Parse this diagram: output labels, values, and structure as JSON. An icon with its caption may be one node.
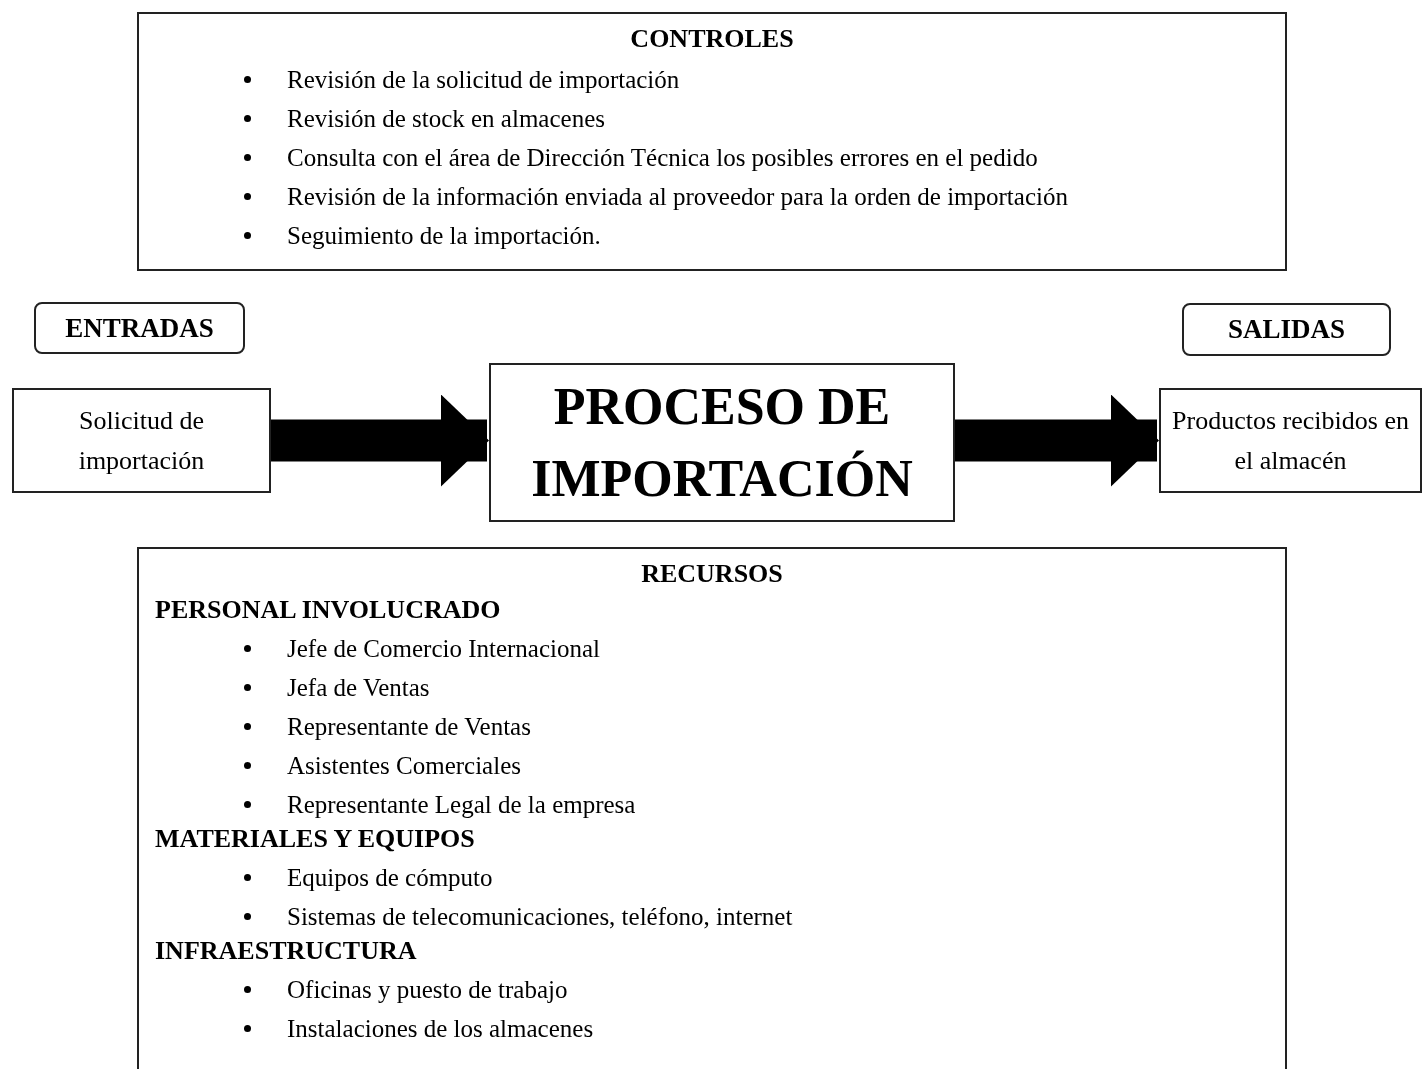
{
  "diagram": {
    "nodes": [
      {
        "text": [
          "CONTROLES",
          "Revisión de la solicitud de importación",
          "Revisión de stock en almacenes",
          "Consulta con el área de Dirección Técnica los posibles errores en el pedido",
          "Revisión de la información enviada al proveedor para la orden de importación",
          "Seguimiento de la importación."
        ]
      },
      {
        "text": [
          "ENTRADAS"
        ]
      },
      {
        "text": [
          "SALIDAS"
        ]
      },
      {
        "text": [
          "Solicitud de importación"
        ]
      },
      {
        "text": [
          "PROCESO DE IMPORTACIÓN"
        ]
      },
      {
        "text": [
          "Productos recibidos en el almacén"
        ]
      },
      {
        "text": [
          "RECURSOS",
          "PERSONAL INVOLUCRADO",
          "Jefe de Comercio Internacional",
          "Jefa de Ventas",
          "Representante de Ventas",
          "Asistentes Comerciales",
          "Representante Legal de la empresa",
          "MATERIALES Y EQUIPOS",
          "Equipos de cómputo",
          "Sistemas de telecomunicaciones, teléfono, internet",
          "INFRAESTRUCTURA",
          "Oficinas y puesto de trabajo",
          "Instalaciones de los almacenes"
        ]
      }
    ],
    "edges": [
      {
        "from": 3,
        "to": 4,
        "arrow": "to"
      },
      {
        "from": 4,
        "to": 5,
        "arrow": "to"
      }
    ]
  }
}
